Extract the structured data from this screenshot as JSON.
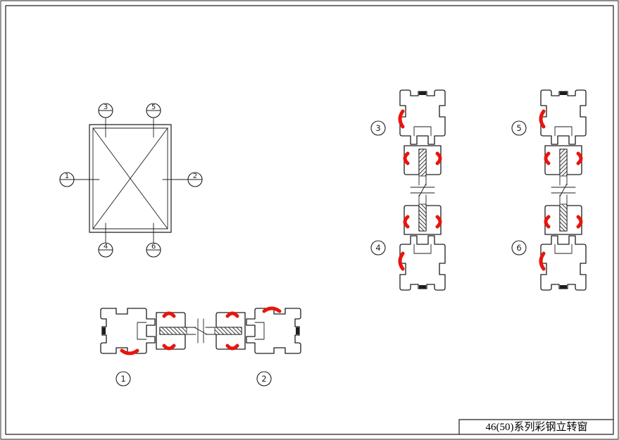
{
  "title_block": {
    "product_title": "46(50)系列彩钢立转窗"
  },
  "labels": {
    "n1": "1",
    "n2": "2",
    "n3": "3",
    "n4": "4",
    "n5": "5",
    "n6": "6"
  },
  "colors": {
    "background": "#ffffff",
    "line": "#1d1d1d",
    "gasket": "#e8150c"
  }
}
